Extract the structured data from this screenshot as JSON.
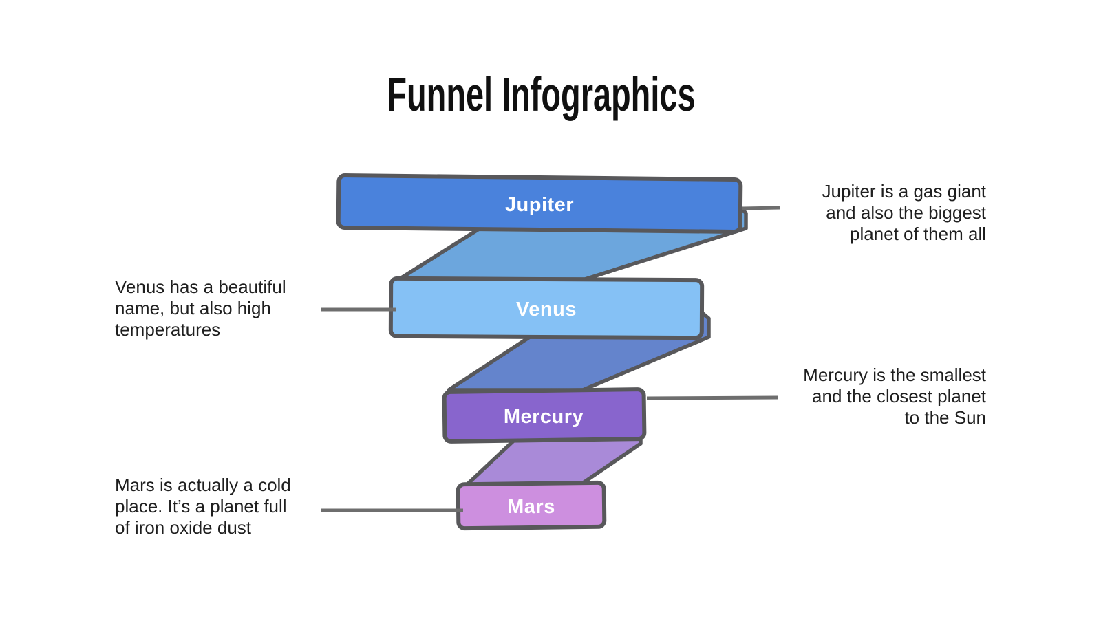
{
  "title": "Funnel Infographics",
  "colors": {
    "background": "#ffffff",
    "outline": "#58585b",
    "leader_line": "#6e6e6e",
    "title_text": "#101010",
    "annotation_text": "#1f1f1f",
    "bar_label_text": "#ffffff"
  },
  "funnel": {
    "stages": [
      {
        "name": "Jupiter",
        "color": "#4a82dc"
      },
      {
        "name": "Venus",
        "color": "#85c1f5"
      },
      {
        "name": "Mercury",
        "color": "#8865cd"
      },
      {
        "name": "Mars",
        "color": "#cd8fdf"
      }
    ],
    "connector_colors": [
      "#6ca6dd",
      "#6484cc",
      "#a98ad8"
    ]
  },
  "annotations": {
    "jupiter": {
      "side": "right",
      "lines": [
        "Jupiter is a gas giant",
        "and also the biggest",
        "planet of them all"
      ]
    },
    "venus": {
      "side": "left",
      "lines": [
        "Venus has a beautiful",
        "name, but also high",
        "temperatures"
      ]
    },
    "mercury": {
      "side": "right",
      "lines": [
        "Mercury is the smallest",
        "and the closest planet",
        "to the Sun"
      ]
    },
    "mars": {
      "side": "left",
      "lines": [
        "Mars is actually a cold",
        "place. It’s a planet full",
        "of iron oxide dust"
      ]
    }
  }
}
